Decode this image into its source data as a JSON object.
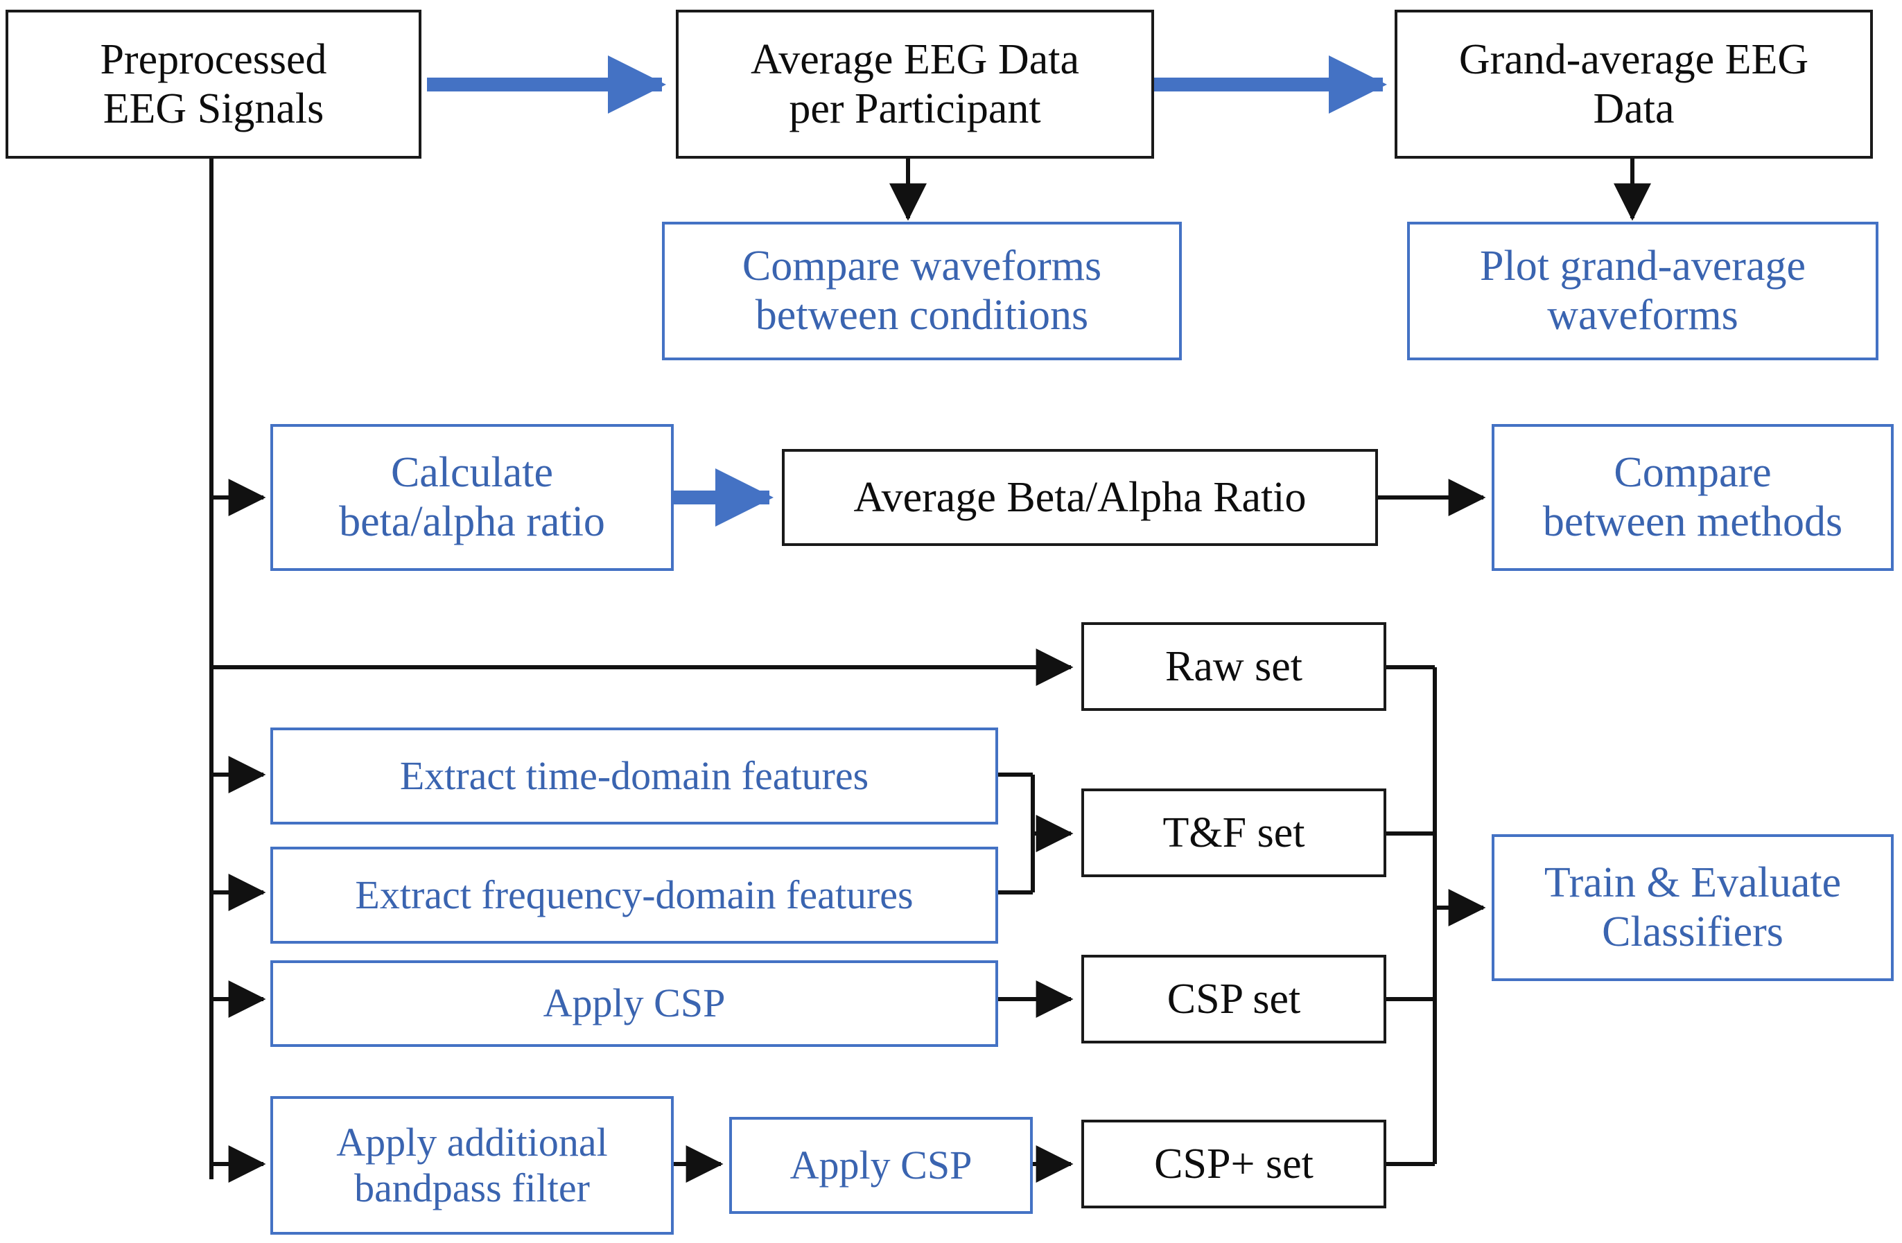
{
  "diagram": {
    "title": "EEG analysis pipeline flowchart",
    "colors": {
      "blue_accent": "#4472C4",
      "blue_text": "#3A64B0",
      "black_line": "#1a1a1a",
      "background": "#ffffff"
    },
    "nodes": [
      {
        "id": "preprocessed_eeg_signals",
        "label": "Preprocessed\nEEG Signals",
        "style": "black"
      },
      {
        "id": "average_eeg_data_per_participant",
        "label": "Average EEG Data\nper Participant",
        "style": "black"
      },
      {
        "id": "grand_average_eeg_data",
        "label": "Grand-average EEG\nData",
        "style": "black"
      },
      {
        "id": "compare_waveforms_between_conditions",
        "label": "Compare waveforms\nbetween conditions",
        "style": "blue"
      },
      {
        "id": "plot_grand_average_waveforms",
        "label": "Plot grand-average\nwaveforms",
        "style": "blue"
      },
      {
        "id": "calculate_beta_alpha_ratio",
        "label": "Calculate\nbeta/alpha ratio",
        "style": "blue"
      },
      {
        "id": "average_beta_alpha_ratio",
        "label": "Average Beta/Alpha Ratio",
        "style": "black"
      },
      {
        "id": "compare_between_methods",
        "label": "Compare\nbetween methods",
        "style": "blue"
      },
      {
        "id": "raw_set",
        "label": "Raw set",
        "style": "black"
      },
      {
        "id": "extract_time_domain_features",
        "label": "Extract time-domain features",
        "style": "blue"
      },
      {
        "id": "extract_frequency_domain_features",
        "label": "Extract frequency-domain features",
        "style": "blue"
      },
      {
        "id": "tf_set",
        "label": "T&F set",
        "style": "black"
      },
      {
        "id": "apply_csp",
        "label": "Apply CSP",
        "style": "blue"
      },
      {
        "id": "csp_set",
        "label": "CSP set",
        "style": "black"
      },
      {
        "id": "apply_additional_bandpass_filter",
        "label": "Apply additional\nbandpass filter",
        "style": "blue"
      },
      {
        "id": "apply_csp_2",
        "label": "Apply CSP",
        "style": "blue"
      },
      {
        "id": "csp_plus_set",
        "label": "CSP+ set",
        "style": "black"
      },
      {
        "id": "train_and_evaluate_classifiers",
        "label": "Train & Evaluate\nClassifiers",
        "style": "blue"
      }
    ],
    "edges": [
      {
        "from": "preprocessed_eeg_signals",
        "to": "average_eeg_data_per_participant",
        "color": "blue"
      },
      {
        "from": "average_eeg_data_per_participant",
        "to": "grand_average_eeg_data",
        "color": "blue"
      },
      {
        "from": "average_eeg_data_per_participant",
        "to": "compare_waveforms_between_conditions",
        "color": "black"
      },
      {
        "from": "grand_average_eeg_data",
        "to": "plot_grand_average_waveforms",
        "color": "black"
      },
      {
        "from": "preprocessed_eeg_signals",
        "to": "calculate_beta_alpha_ratio",
        "color": "black"
      },
      {
        "from": "calculate_beta_alpha_ratio",
        "to": "average_beta_alpha_ratio",
        "color": "blue"
      },
      {
        "from": "average_beta_alpha_ratio",
        "to": "compare_between_methods",
        "color": "black"
      },
      {
        "from": "preprocessed_eeg_signals",
        "to": "raw_set",
        "color": "black"
      },
      {
        "from": "preprocessed_eeg_signals",
        "to": "extract_time_domain_features",
        "color": "black"
      },
      {
        "from": "preprocessed_eeg_signals",
        "to": "extract_frequency_domain_features",
        "color": "black"
      },
      {
        "from": "preprocessed_eeg_signals",
        "to": "apply_csp",
        "color": "black"
      },
      {
        "from": "preprocessed_eeg_signals",
        "to": "apply_additional_bandpass_filter",
        "color": "black"
      },
      {
        "from": "extract_time_domain_features",
        "to": "tf_set",
        "color": "black"
      },
      {
        "from": "extract_frequency_domain_features",
        "to": "tf_set",
        "color": "black"
      },
      {
        "from": "apply_csp",
        "to": "csp_set",
        "color": "black"
      },
      {
        "from": "apply_additional_bandpass_filter",
        "to": "apply_csp_2",
        "color": "black"
      },
      {
        "from": "apply_csp_2",
        "to": "csp_plus_set",
        "color": "black"
      },
      {
        "from": "raw_set",
        "to": "train_and_evaluate_classifiers",
        "color": "black"
      },
      {
        "from": "tf_set",
        "to": "train_and_evaluate_classifiers",
        "color": "black"
      },
      {
        "from": "csp_set",
        "to": "train_and_evaluate_classifiers",
        "color": "black"
      },
      {
        "from": "csp_plus_set",
        "to": "train_and_evaluate_classifiers",
        "color": "black"
      }
    ]
  }
}
